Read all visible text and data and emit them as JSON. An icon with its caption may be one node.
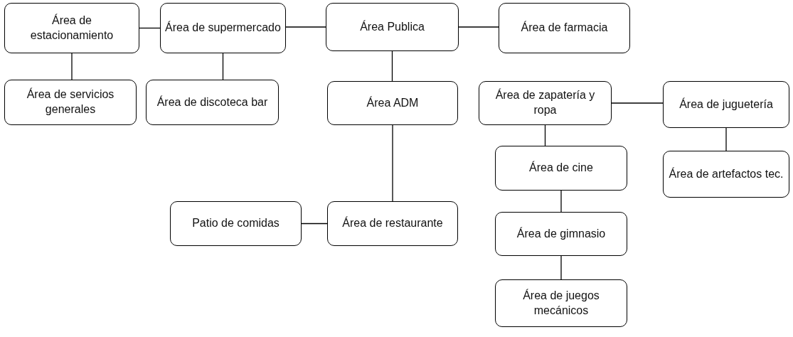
{
  "diagram": {
    "nodes": [
      {
        "text": [
          "Área de estacionamiento"
        ]
      },
      {
        "text": [
          "Área de supermercado"
        ]
      },
      {
        "text": [
          "Área Publica"
        ]
      },
      {
        "text": [
          "Área de farmacia"
        ]
      },
      {
        "text": [
          "Área de servicios generales"
        ]
      },
      {
        "text": [
          "Área de discoteca bar"
        ]
      },
      {
        "text": [
          "Área ADM"
        ]
      },
      {
        "text": [
          "Área de zapatería y ropa"
        ]
      },
      {
        "text": [
          "Área de juguetería"
        ]
      },
      {
        "text": [
          "Área de cine"
        ]
      },
      {
        "text": [
          "Área de artefactos tec."
        ]
      },
      {
        "text": [
          "Patio de comidas"
        ]
      },
      {
        "text": [
          "Área de restaurante"
        ]
      },
      {
        "text": [
          "Área de gimnasio"
        ]
      },
      {
        "text": [
          "Área de juegos mecánicos"
        ]
      }
    ],
    "edges": [
      {
        "from": 0,
        "to": 1,
        "arrow": "none"
      },
      {
        "from": 1,
        "to": 2,
        "arrow": "none"
      },
      {
        "from": 2,
        "to": 3,
        "arrow": "none"
      },
      {
        "from": 0,
        "to": 4,
        "arrow": "none"
      },
      {
        "from": 1,
        "to": 5,
        "arrow": "none"
      },
      {
        "from": 2,
        "to": 6,
        "arrow": "none"
      },
      {
        "from": 6,
        "to": 12,
        "arrow": "none"
      },
      {
        "from": 11,
        "to": 12,
        "arrow": "none"
      },
      {
        "from": 7,
        "to": 8,
        "arrow": "none"
      },
      {
        "from": 7,
        "to": 9,
        "arrow": "none"
      },
      {
        "from": 8,
        "to": 10,
        "arrow": "none"
      },
      {
        "from": 9,
        "to": 13,
        "arrow": "none"
      },
      {
        "from": 13,
        "to": 14,
        "arrow": "none"
      }
    ]
  }
}
